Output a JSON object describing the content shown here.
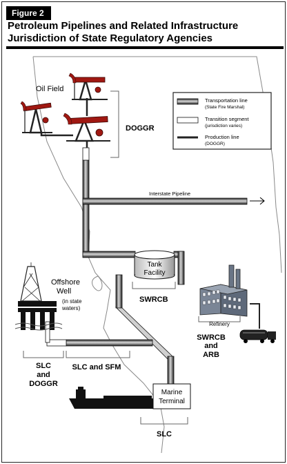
{
  "header": {
    "figure_label": "Figure 2",
    "title_line1": "Petroleum Pipelines and Related Infrastructure",
    "title_line2": "Jurisdiction of State Regulatory Agencies"
  },
  "legend": {
    "transportation_line": "Transportation line",
    "transportation_line_sub": "(State Fire Marshal)",
    "transition_segment": "Transition segment",
    "transition_segment_sub": "(jurisdiction varies)",
    "production_line": "Production line",
    "production_line_sub": "(DOGGR)"
  },
  "labels": {
    "oil_field": "Oil Field",
    "doggr": "DOGGR",
    "interstate_pipeline": "Interstate Pipeline",
    "tank_line1": "Tank",
    "tank_line2": "Facility",
    "swrcb": "SWRCB",
    "offshore_line1": "Offshore",
    "offshore_line2": "Well",
    "offshore_note1": "(in state",
    "offshore_note2": "waters)",
    "refinery": "Refinery",
    "refinery_agency1": "SWRCB",
    "refinery_agency2": "and",
    "refinery_agency3": "ARB",
    "slc_doggr1": "SLC",
    "slc_doggr2": "and",
    "slc_doggr3": "DOGGR",
    "slc_sfm": "SLC and SFM",
    "marine_line1": "Marine",
    "marine_line2": "Terminal",
    "slc": "SLC"
  }
}
